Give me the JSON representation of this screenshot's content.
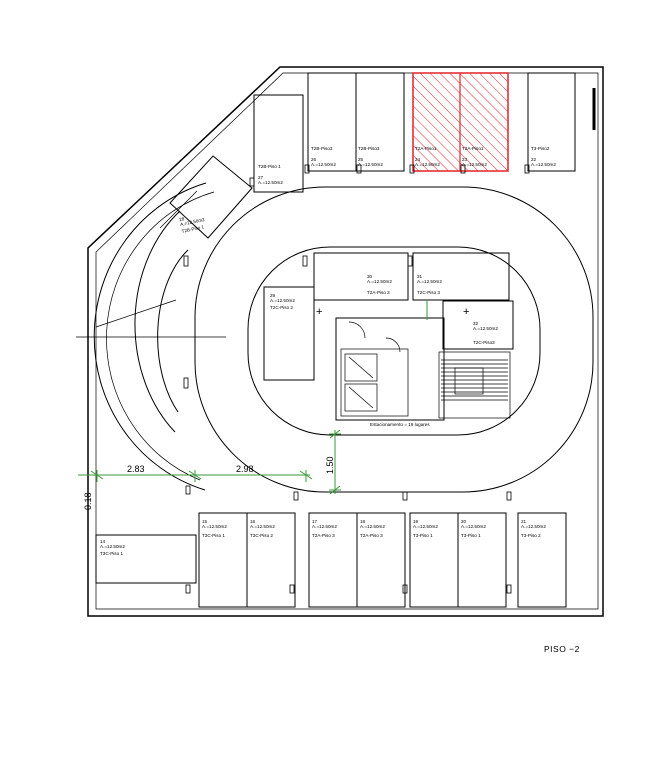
{
  "floor_label": "PISO  −2",
  "parking_count_label": "Estacionamento = 19 lugares",
  "dimensions": {
    "d1": "2.83",
    "d2": "2.98",
    "d3": "1.50",
    "d4": "0.18"
  },
  "colors": {
    "highlight": "#e2242a",
    "dimension": "#3a9a3a",
    "line": "#000000"
  },
  "spaces": [
    {
      "id": "s14",
      "num": "14",
      "area": "A.=12.50m2",
      "owner": "T3C-Piso 1"
    },
    {
      "id": "s15",
      "num": "15",
      "area": "A.=12.50m2",
      "owner": "T3C-Piso 1"
    },
    {
      "id": "s16",
      "num": "16",
      "area": "A.=12.50m2",
      "owner": "T3C-Piso 2"
    },
    {
      "id": "s17",
      "num": "17",
      "area": "A.=12.50m2",
      "owner": "T2A-Piso 3"
    },
    {
      "id": "s18",
      "num": "18",
      "area": "A.=12.50m2",
      "owner": "T2A-Piso 3"
    },
    {
      "id": "s19",
      "num": "19",
      "area": "A.=12.50m2",
      "owner": "T3-Piso 1"
    },
    {
      "id": "s20",
      "num": "20",
      "area": "A.=12.50m2",
      "owner": "T3-Piso 1"
    },
    {
      "id": "s21",
      "num": "21",
      "area": "A.=12.50m2",
      "owner": "T3-Piso 2"
    },
    {
      "id": "s22",
      "num": "22",
      "area": "A.=12.50m2",
      "owner": "T3-Piso2"
    },
    {
      "id": "s23",
      "num": "23",
      "area": "A.=12.50m2",
      "owner": "T2A-Piso1"
    },
    {
      "id": "s24",
      "num": "24",
      "area": "A.=12.50m2",
      "owner": "T2A-Piso1"
    },
    {
      "id": "s25",
      "num": "25",
      "area": "A.=12.50m2",
      "owner": "T2B-Piso3"
    },
    {
      "id": "s26",
      "num": "26",
      "area": "A.=12.50m2",
      "owner": "T2B-Piso3"
    },
    {
      "id": "s27",
      "num": "27",
      "area": "A.=12.50m2",
      "owner": "T2B-Piso 1"
    },
    {
      "id": "s28",
      "num": "28",
      "area": "A.=12.50m2",
      "owner": "T2B-Piso 1"
    },
    {
      "id": "s29",
      "num": "29",
      "area": "A.=12.50m2",
      "owner": "T2C-Piso 2"
    },
    {
      "id": "s30",
      "num": "30",
      "area": "A.=12.50m2",
      "owner": "T2A-Piso 3"
    },
    {
      "id": "s31",
      "num": "31",
      "area": "A.=12.50m2",
      "owner": "T2C-Piso 3"
    },
    {
      "id": "s32",
      "num": "32",
      "area": "A.=12.50m2",
      "owner": "T2C-Piso3"
    }
  ]
}
